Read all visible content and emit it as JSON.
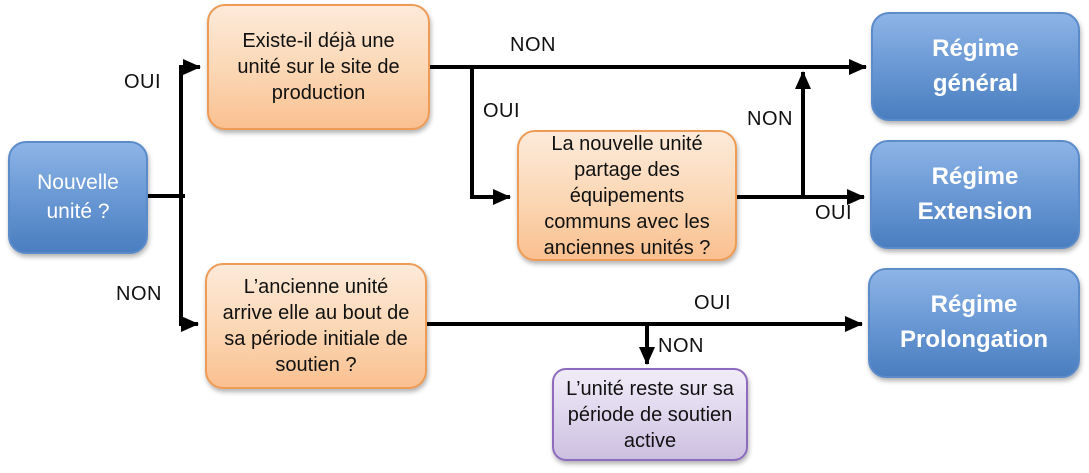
{
  "diagram": {
    "type": "flowchart",
    "nodes": {
      "start": {
        "label": "Nouvelle unité ?"
      },
      "question_site": {
        "label": "Existe-il déjà une unité sur le site de production"
      },
      "question_share": {
        "label": "La nouvelle unité partage des équipements communs avec les anciennes unités ?"
      },
      "question_period": {
        "label": "L’ancienne unité arrive elle au bout de sa période initiale de soutien ?"
      },
      "outcome_stay": {
        "label": "L’unité reste sur sa période de soutien active"
      },
      "outcome_general": {
        "label": "Régime général"
      },
      "outcome_extension": {
        "label": "Régime Extension"
      },
      "outcome_prolongation": {
        "label": "Régime Prolongation"
      }
    },
    "edge_labels": {
      "oui_start_to_site": "OUI",
      "non_start_to_period": "NON",
      "non_site_to_general": "NON",
      "oui_site_to_share": "OUI",
      "non_share_to_general": "NON",
      "oui_share_to_extension": "OUI",
      "oui_period_to_prolongation": "OUI",
      "non_period_to_stay": "NON"
    },
    "colors": {
      "blue_fill_top": "#8DB4E7",
      "blue_fill_bottom": "#4A7EC0",
      "blue_border": "#5B8BC9",
      "orange_fill_top": "#FDEADA",
      "orange_fill_bottom": "#FAC090",
      "orange_border": "#ED9B55",
      "purple_fill_top": "#F1ECF8",
      "purple_fill_bottom": "#CCC0E0",
      "purple_border": "#8E6BBF",
      "edge_stroke": "#000000",
      "blue_text": "#FFFFFF",
      "dark_text": "#111111"
    }
  }
}
